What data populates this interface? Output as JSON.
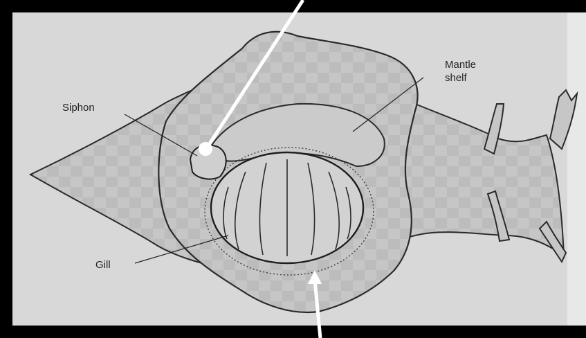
{
  "labels": {
    "siphon": "Siphon",
    "mantle_line1": "Mantle",
    "mantle_line2": "shelf",
    "gill": "Gill"
  },
  "colors": {
    "frame": "#000000",
    "paper": "#d7d7d7",
    "body_fill": "#c4c4c4",
    "ink": "#2a2a2a",
    "pointer": "#ffffff"
  }
}
